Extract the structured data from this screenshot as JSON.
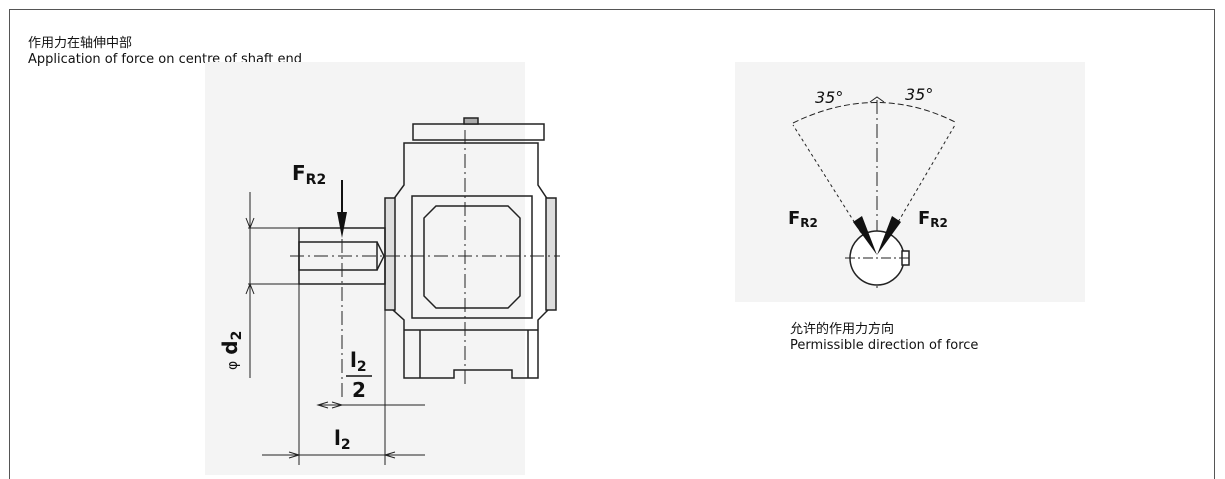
{
  "top_caption": {
    "cn": "作用力在轴伸中部",
    "en": "Application of force on centre of shaft end"
  },
  "right_caption": {
    "cn": "允许的作用力方向",
    "en": "Permissible direction of force"
  },
  "left_diagram": {
    "force_label_main": "F",
    "force_label_sub": "R2",
    "diameter_label_prefix": "φ",
    "diameter_label_main": "d",
    "diameter_label_sub": "2",
    "half_length_num_main": "l",
    "half_length_num_sub": "2",
    "half_length_den": "2",
    "length_label_main": "l",
    "length_label_sub": "2"
  },
  "right_diagram": {
    "angle_left": "35°",
    "angle_right": "35°",
    "force_left_main": "F",
    "force_left_sub": "R2",
    "force_right_main": "F",
    "force_right_sub": "R2"
  }
}
